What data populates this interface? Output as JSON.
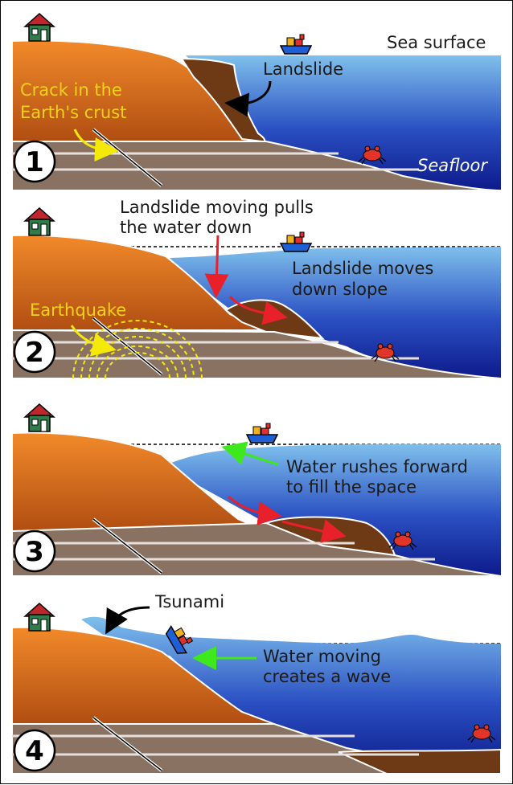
{
  "colors": {
    "land": "#d9681c",
    "land_dark": "#9c3f10",
    "slide": "#6e3a16",
    "rock": "#8a7263",
    "sea_light": "#7fc0ec",
    "sea_deep": "#0d1a8a",
    "arrow_red": "#e8202a",
    "arrow_green": "#3ee81c",
    "arrow_yellow": "#f5e90a",
    "arrow_black": "#000000"
  },
  "panels": [
    {
      "number": "1",
      "labels": [
        {
          "text": "Sea surface",
          "color": "dark"
        },
        {
          "text": "Landslide",
          "color": "dark"
        },
        {
          "text": "Crack in the",
          "color": "yellow"
        },
        {
          "text": "Earth's crust",
          "color": "yellow"
        },
        {
          "text": "Seafloor",
          "color": "white"
        }
      ]
    },
    {
      "number": "2",
      "labels": [
        {
          "text": "Landslide moving pulls",
          "color": "dark"
        },
        {
          "text": "the water down",
          "color": "dark"
        },
        {
          "text": "Landslide moves",
          "color": "dark"
        },
        {
          "text": "down slope",
          "color": "dark"
        },
        {
          "text": "Earthquake",
          "color": "yellow"
        }
      ]
    },
    {
      "number": "3",
      "labels": [
        {
          "text": "Water rushes forward",
          "color": "dark"
        },
        {
          "text": "to fill the space",
          "color": "dark"
        }
      ]
    },
    {
      "number": "4",
      "labels": [
        {
          "text": "Tsunami",
          "color": "dark"
        },
        {
          "text": "Water moving",
          "color": "dark"
        },
        {
          "text": "creates a wave",
          "color": "dark"
        }
      ]
    }
  ],
  "icons": [
    "house-icon",
    "boat-icon",
    "crab-icon"
  ]
}
